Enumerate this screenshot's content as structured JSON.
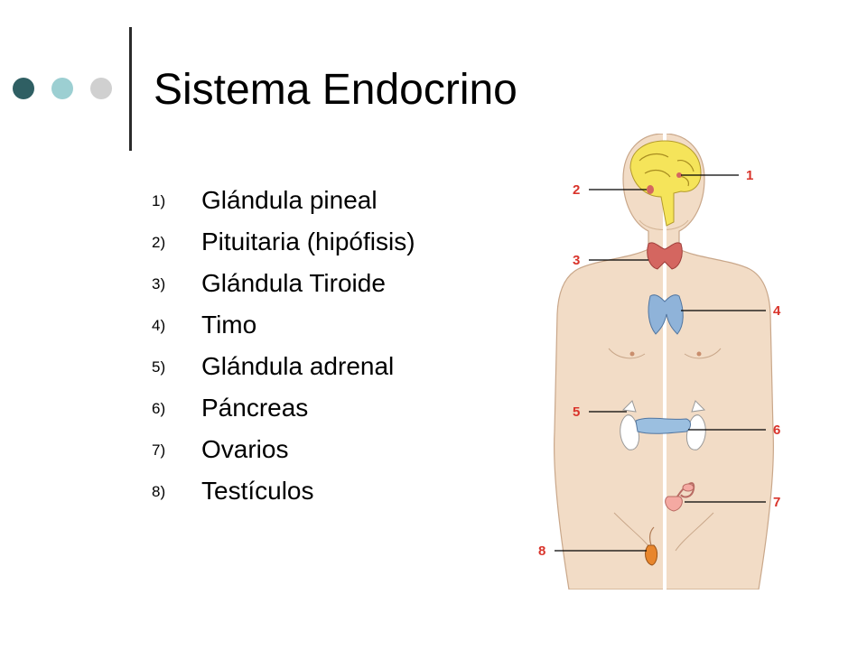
{
  "slide": {
    "title": "Sistema Endocrino",
    "bullet_colors": [
      "#2f5f63",
      "#9ccfd2",
      "#d0d0d0"
    ],
    "items": [
      {
        "num": "1)",
        "label": "Glándula pineal"
      },
      {
        "num": "2)",
        "label": "Pituitaria (hipófisis)"
      },
      {
        "num": "3)",
        "label": "Glándula Tiroide"
      },
      {
        "num": "4)",
        "label": "Timo"
      },
      {
        "num": "5)",
        "label": "Glándula adrenal"
      },
      {
        "num": "6)",
        "label": "Páncreas"
      },
      {
        "num": "7)",
        "label": "Ovarios"
      },
      {
        "num": "8)",
        "label": "Testículos"
      }
    ]
  },
  "diagram": {
    "callouts": [
      "1",
      "2",
      "3",
      "4",
      "5",
      "6",
      "7",
      "8"
    ],
    "colors": {
      "skin": "#f2dcc6",
      "brain": "#f5e45a",
      "thyroid": "#d46660",
      "thymus": "#8fb3d9",
      "adrenal": "#ffffff",
      "pancreas": "#9bbfe0",
      "ovary": "#f4a9a2",
      "testis": "#e8862d",
      "callout": "#d9342b"
    }
  }
}
